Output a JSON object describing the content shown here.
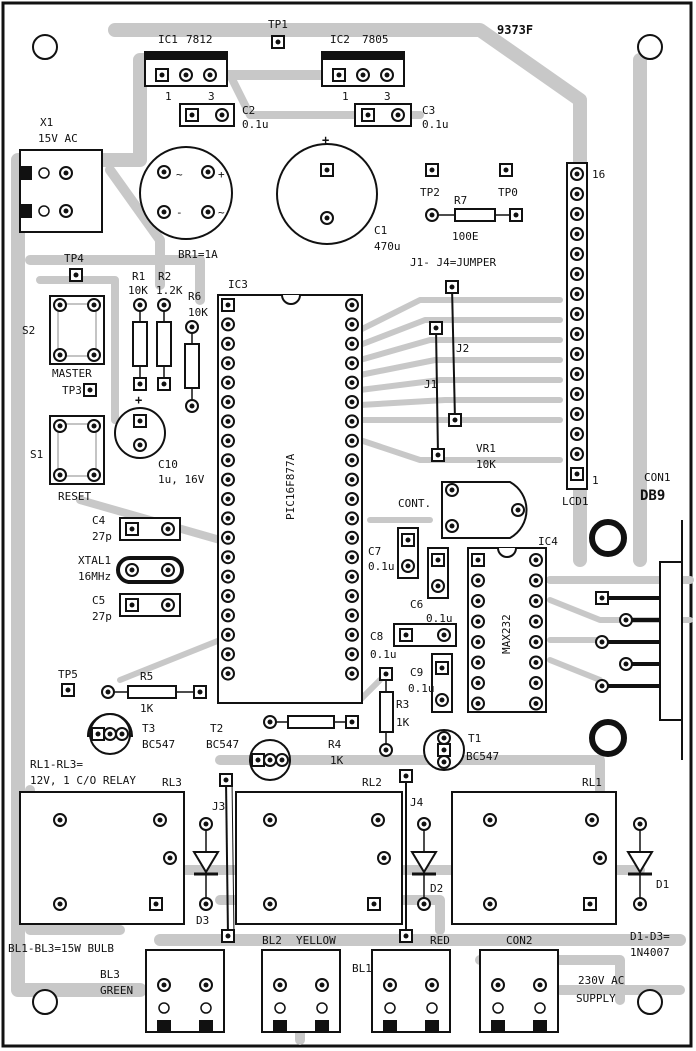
{
  "board": {
    "code": "9373F",
    "testpoints": [
      "TP1",
      "TP2",
      "TP0",
      "TP4",
      "TP3",
      "TP5"
    ],
    "regulators": [
      {
        "ref": "IC1",
        "value": "7812",
        "pin1": "1",
        "pin3": "3"
      },
      {
        "ref": "IC2",
        "value": "7805",
        "pin1": "1",
        "pin3": "3"
      }
    ],
    "capacitors": {
      "c2": {
        "ref": "C2",
        "value": "0.1u"
      },
      "c3": {
        "ref": "C3",
        "value": "0.1u"
      },
      "c1": {
        "ref": "C1",
        "value": "470u"
      },
      "c10": {
        "ref": "C10",
        "value": "1u, 16V"
      },
      "c4": {
        "ref": "C4",
        "value": "27p"
      },
      "c5": {
        "ref": "C5",
        "value": "27p"
      },
      "c7": {
        "ref": "C7",
        "value": "0.1u"
      },
      "c6": {
        "ref": "C6",
        "value": "0.1u"
      },
      "c8": {
        "ref": "C8",
        "value": "0.1u"
      },
      "c9": {
        "ref": "C9",
        "value": "0.1u"
      }
    },
    "resistors": {
      "r7": {
        "ref": "R7",
        "value": "100E"
      },
      "r1": {
        "ref": "R1",
        "value": "10K"
      },
      "r2": {
        "ref": "R2",
        "value": "1.2K"
      },
      "r6": {
        "ref": "R6",
        "value": "10K"
      },
      "r5": {
        "ref": "R5",
        "value": "1K"
      },
      "r4": {
        "ref": "R4",
        "value": "1K"
      },
      "r3": {
        "ref": "R3",
        "value": "1K"
      }
    },
    "x1": {
      "ref": "X1",
      "value": "15V AC"
    },
    "bridge": "BR1=1A",
    "ic3": {
      "ref": "IC3",
      "part": "PIC16F877A"
    },
    "ic4": {
      "ref": "IC4",
      "part": "MAX232"
    },
    "jumper_note": "J1- J4=JUMPER",
    "j1": "J1",
    "j2": "J2",
    "j3": "J3",
    "j4": "J4",
    "vr1": {
      "ref": "VR1",
      "value": "10K",
      "name": "CONT."
    },
    "lcd": {
      "ref": "LCD1",
      "pin16": "16",
      "pin1": "1"
    },
    "con1": {
      "ref": "CON1",
      "type": "DB9"
    },
    "s2": {
      "ref": "S2",
      "name": "MASTER"
    },
    "s1": {
      "ref": "S1",
      "name": "RESET"
    },
    "xtal": {
      "ref": "XTAL1",
      "value": "16MHz"
    },
    "transistors": {
      "t3": {
        "ref": "T3",
        "value": "BC547"
      },
      "t2": {
        "ref": "T2",
        "value": "BC547"
      },
      "t1": {
        "ref": "T1",
        "value": "BC547"
      }
    },
    "relay_note_1": "RL1-RL3=",
    "relay_note_2": "12V, 1 C/O RELAY",
    "relays": [
      "RL3",
      "RL2",
      "RL1"
    ],
    "diodes": [
      "D3",
      "D2",
      "D1"
    ],
    "diode_note_1": "D1-D3=",
    "diode_note_2": "1N4007",
    "bulb_note": "BL1-BL3=15W BULB",
    "bl2": {
      "ref": "BL2",
      "color": "YELLOW"
    },
    "bl1": {
      "ref": "BL1",
      "color": "RED"
    },
    "bl3": {
      "ref": "BL3",
      "color": "GREEN"
    },
    "con2": {
      "ref": "CON2",
      "line1": "230V AC",
      "line2": "SUPPLY"
    },
    "plus": "+",
    "tilde": "~",
    "minus": "-"
  }
}
